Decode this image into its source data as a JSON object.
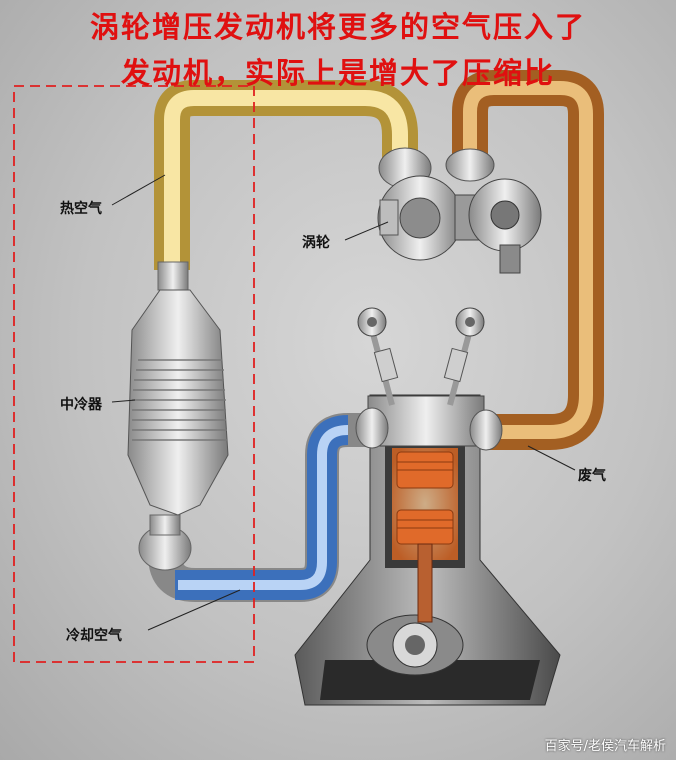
{
  "title": {
    "line1": "涡轮增压发动机将更多的空气压入了",
    "line2": "发动机，实际上是增大了压缩比"
  },
  "labels": {
    "hot_air": "热空气",
    "turbo": "涡轮",
    "intercooler": "中冷器",
    "exhaust": "废气",
    "cool_air": "冷却空气"
  },
  "watermark": "百家号/老侯汽车解析",
  "colors": {
    "title_red": "#e01010",
    "hot_air_pipe": "#e8d27a",
    "exhaust_pipe": "#c98a3a",
    "cool_air_pipe": "#4c8ee0",
    "dashed_box": "#e02020",
    "piston_glow": "#f07a30"
  }
}
